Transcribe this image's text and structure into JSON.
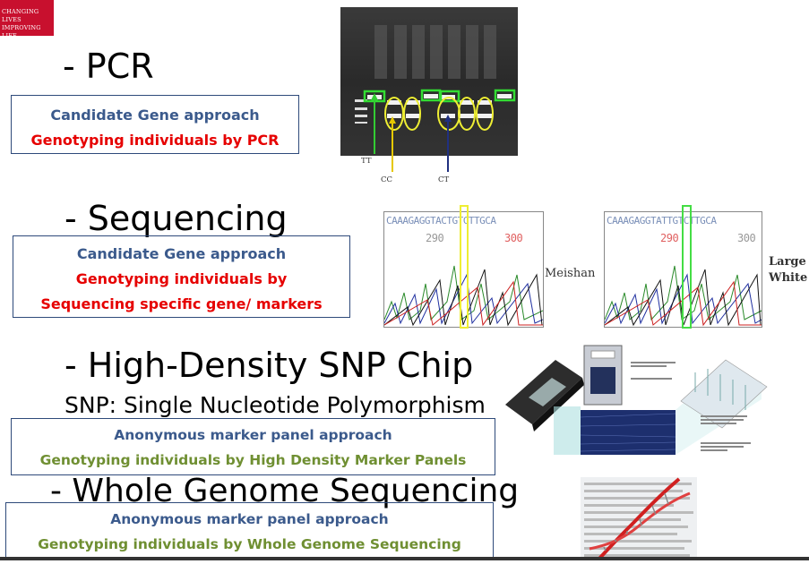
{
  "logo": {
    "line1": "Changing Lives",
    "line2": "Improving Life"
  },
  "pcr": {
    "heading": "- PCR",
    "line1": "Candidate Gene approach",
    "line2": "Genotyping individuals by PCR",
    "gel_labels": {
      "tt": "TT",
      "cc": "CC",
      "ct": "CT"
    }
  },
  "sequencing": {
    "heading": "- Sequencing",
    "line1": "Candidate Gene approach",
    "line2": "Genotyping individuals by",
    "line3": "Sequencing specific gene/ markers",
    "trace_left": {
      "seq": "CAAAGAGGTACTGTCTTGCA",
      "pos1": "290",
      "pos2": "300",
      "label": "Meishan"
    },
    "trace_right": {
      "seq": "CAAAGAGGTATTGTCTTGCA",
      "pos1": "290",
      "pos2": "300",
      "label_line1": "Large",
      "label_line2": "White"
    }
  },
  "snp_chip": {
    "heading": "- High-Density SNP Chip",
    "subheading": "SNP: Single Nucleotide Polymorphism",
    "line1": "Anonymous marker panel approach",
    "line2": "Genotyping individuals by High Density Marker Panels"
  },
  "wgs": {
    "heading": "- Whole Genome Sequencing",
    "line1": "Anonymous marker panel approach",
    "line2": "Genotyping individuals by Whole Genome Sequencing"
  },
  "colors": {
    "brand_red": "#c8102e",
    "box_border": "#2e4a7a",
    "blue_text": "#3b5a8c",
    "red_text": "#e60000",
    "green_text": "#6f8f32"
  }
}
